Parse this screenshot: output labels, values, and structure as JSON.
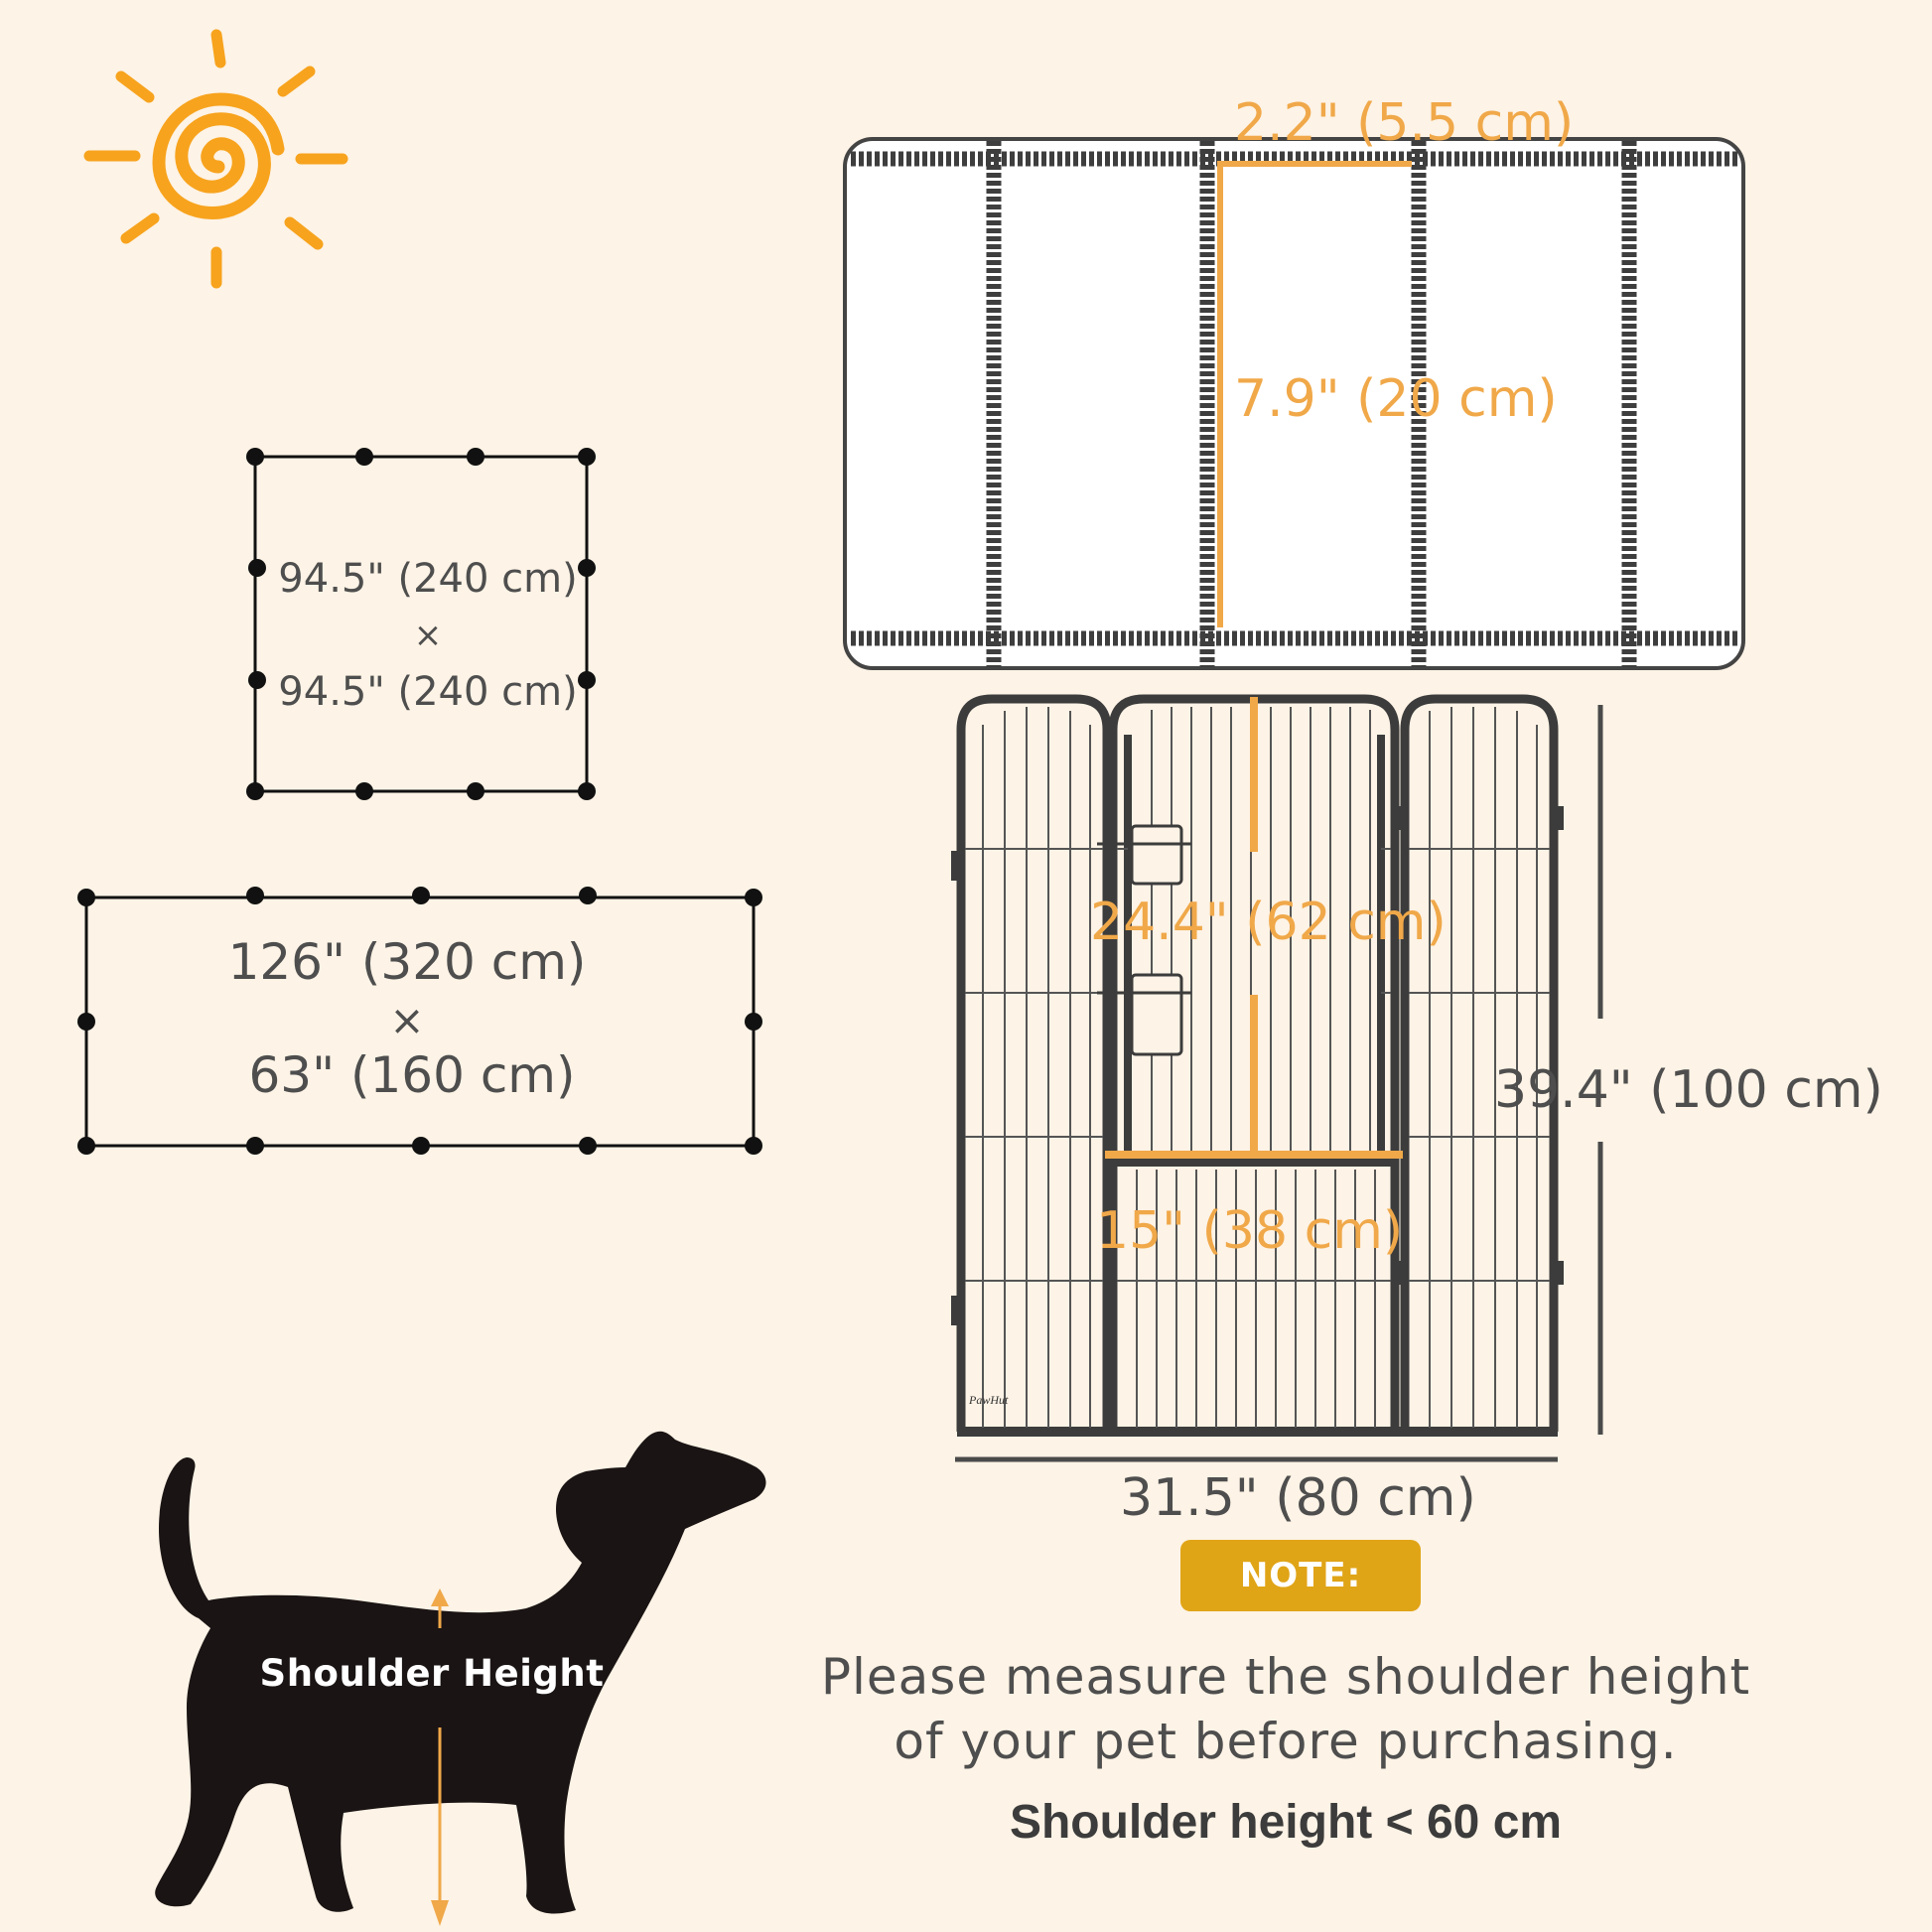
{
  "colors": {
    "background": "#fdf3e6",
    "accent_orange": "#f0a849",
    "note_badge": "#e0a417",
    "dim_text": "#4e4e4e"
  },
  "icons": {
    "sun": "sun-icon",
    "dog": "dog-silhouette"
  },
  "layouts": {
    "square": {
      "line1": "94.5\" (240 cm)",
      "times": "×",
      "line2": "94.5\" (240 cm)"
    },
    "rect": {
      "line1": "126\" (320 cm)",
      "times": "×",
      "line2": "63\" (160 cm)"
    }
  },
  "top_view": {
    "spacing": "2.2\" (5.5 cm)",
    "bar_length": "7.9\" (20 cm)"
  },
  "panel": {
    "door_height": "24.4\" (62 cm)",
    "bottom_section": "15\" (38 cm)",
    "total_height": "39.4\" (100 cm)",
    "width": "31.5\" (80 cm)",
    "brand": "PawHut"
  },
  "note": {
    "badge": "NOTE:",
    "line1": "Please measure the shoulder height",
    "line2": "of your pet before purchasing.",
    "limit": "Shoulder height < 60 cm"
  },
  "dog": {
    "label": "Shoulder Height"
  }
}
